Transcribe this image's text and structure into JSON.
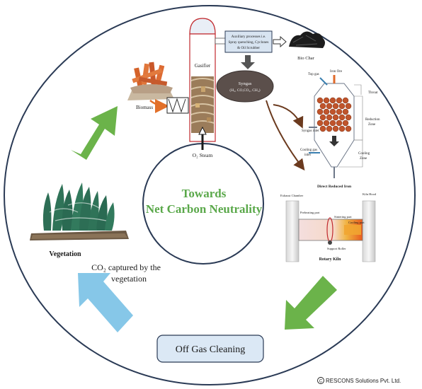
{
  "center": {
    "line1": "Towards",
    "line2": "Net Carbon Neutrality"
  },
  "gasifier": {
    "title": "Gasifier",
    "input_label": "Biomass",
    "steam_label": "O₂ Steam"
  },
  "auxiliary": {
    "text_line1": "Auxiliary processes i.e.",
    "text_line2": "Spray quenching, Cyclones",
    "text_line3": "& Oil Scrubber",
    "biochar_label": "Bio Char"
  },
  "syngas": {
    "line1": "Syngas",
    "line2": "(H₂, CO,CO₂, CH₄)"
  },
  "furnace": {
    "top_gas": "Top gas",
    "iron_ore": "Iron Ore",
    "throat": "Throat",
    "reduction_zone_1": "Reduction",
    "reduction_zone_2": "Zone",
    "syngas_inlet": "Syngas inlet",
    "cooling_gas_1": "Cooling gas",
    "cooling_gas_2": "inlet",
    "cooling_zone_1": "Cooling",
    "cooling_zone_2": "Zone",
    "output_label": "Direct Reduced Iron"
  },
  "kiln": {
    "exhaust": "Exhaust Chamber",
    "kiln_hood": "Kiln Hood",
    "preheating": "Preheating part",
    "sintering": "Sintering part",
    "cooling": "Cooling part",
    "support": "Support Roller",
    "title": "Rotary Kiln"
  },
  "off_gas": {
    "label": "Off Gas Cleaning"
  },
  "vegetation": {
    "title": "Vegetation",
    "capture_line1": "CO₂ captured by the",
    "capture_line2": "vegetation"
  },
  "copyright": "RESCONS Solutions Pvt. Ltd.",
  "colors": {
    "green_arrow": "#6bb34a",
    "blue_arrow": "#86c7e8",
    "center_text": "#5aa84a",
    "syngas_fill": "#5b4f4b",
    "aux_fill": "#d8e4f1",
    "offgas_fill": "#dbe8f5",
    "iron_pellet": "#c0542b",
    "gasifier_outline": "#c0282d"
  }
}
